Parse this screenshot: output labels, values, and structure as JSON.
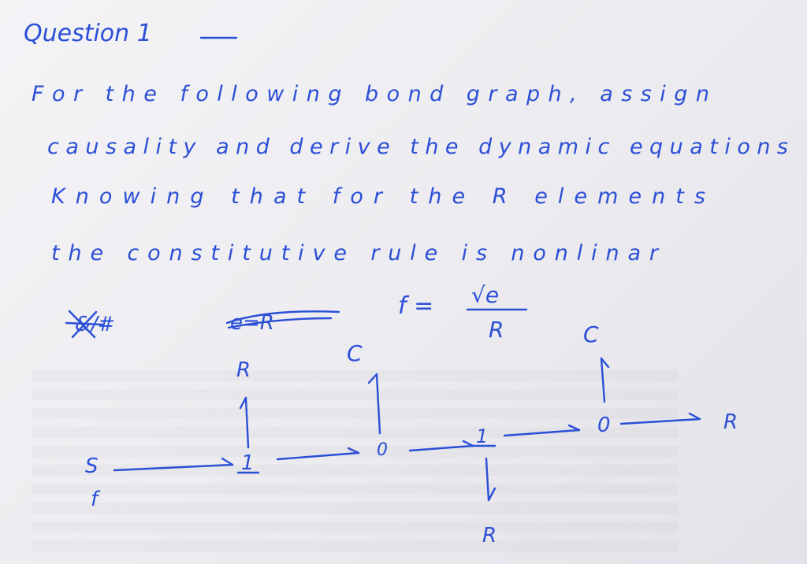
{
  "question": {
    "title": "Question 1",
    "lines": [
      "For the following bond graph, assign",
      "causality and derive the dynamic equations",
      "Knowing that for the R elements",
      "the constitutive rule is nonlinar"
    ],
    "crossed_out_1": "&/#",
    "crossed_out_2": "e=R",
    "formula": {
      "lhs": "f =",
      "numerator": "√e",
      "denominator": "R"
    }
  },
  "bond_graph": {
    "source_top": "S",
    "source_bottom": "f",
    "junction_1_left": "1",
    "junction_0_mid": "0",
    "junction_1_right": "1",
    "junction_0_right": "0",
    "r_top": "R",
    "c_mid": "C",
    "c_right": "C",
    "r_bottom": "R",
    "r_right": "R"
  },
  "colors": {
    "ink": "#2b4fd6",
    "paper": "#f2f1f4"
  }
}
